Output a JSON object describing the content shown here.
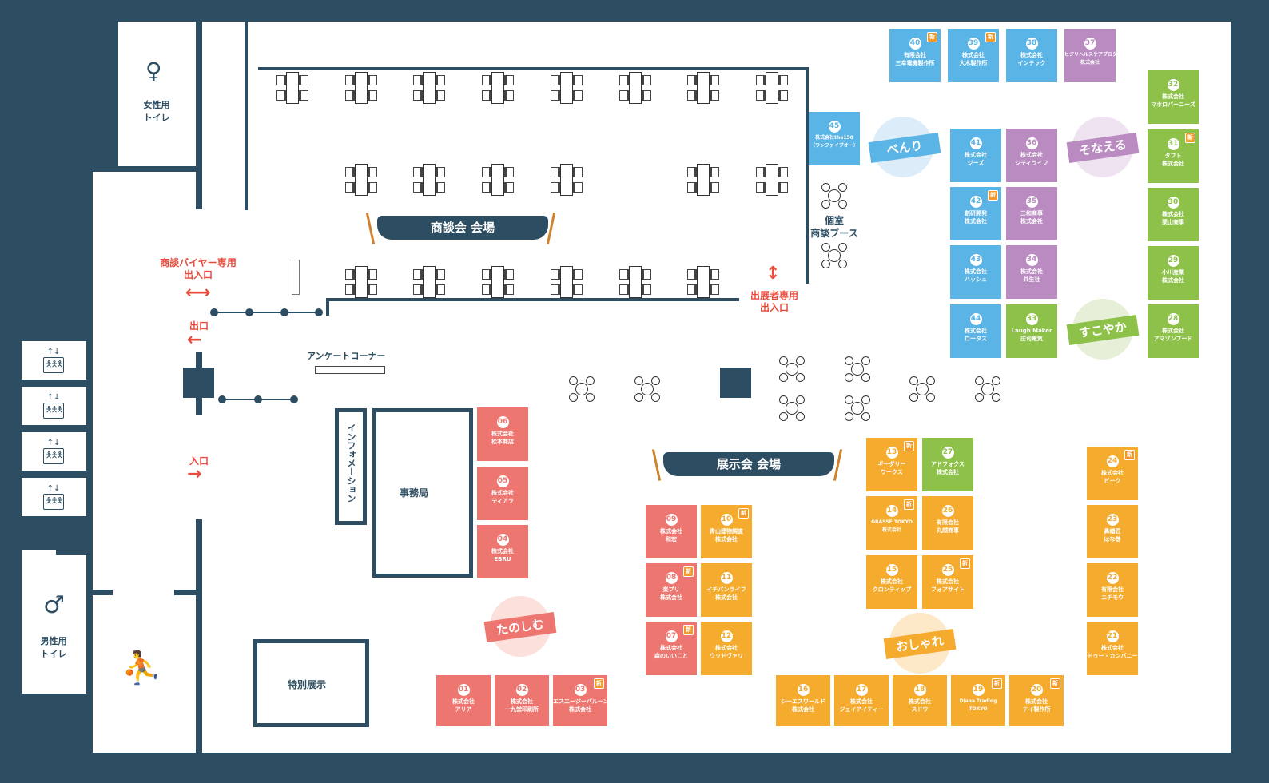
{
  "facilities": {
    "womens_restroom": "女性用\nトイレ",
    "mens_restroom": "男性用\nトイレ",
    "buyer_entrance": "商談バイヤー専用\n出入口",
    "exit": "出口",
    "entrance": "入口",
    "exhibitor_entrance": "出展者専用\n出入口",
    "survey_corner": "アンケートコーナー",
    "information": "インフォメーション",
    "office": "事務局",
    "special_exhibit": "特別展示",
    "private_booth": "個室\n商談ブース"
  },
  "banners": {
    "business_meeting": "商談会 会場",
    "exhibition": "展示会 会場"
  },
  "categories": [
    {
      "key": "blue",
      "label": "べんり",
      "color": "#5ab4e5"
    },
    {
      "key": "purple",
      "label": "そなえる",
      "color": "#b98bc0"
    },
    {
      "key": "green",
      "label": "すこやか",
      "color": "#8dc14a"
    },
    {
      "key": "red",
      "label": "たのしむ",
      "color": "#ed7770"
    },
    {
      "key": "orange",
      "label": "おしゃれ",
      "color": "#f5ab2e"
    }
  ],
  "new_badge": "新",
  "booths": [
    {
      "id": "01",
      "name": "株式会社\nアリア",
      "cat": "red",
      "new": false
    },
    {
      "id": "02",
      "name": "株式会社\n一九堂印刷所",
      "cat": "red",
      "new": false
    },
    {
      "id": "03",
      "name": "エスエージーパルーンズ\n株式会社",
      "cat": "red",
      "new": true
    },
    {
      "id": "04",
      "name": "株式会社\nEBRU",
      "cat": "red",
      "new": false
    },
    {
      "id": "05",
      "name": "株式会社\nティアラ",
      "cat": "red",
      "new": false
    },
    {
      "id": "06",
      "name": "株式会社\n松本商店",
      "cat": "red",
      "new": false
    },
    {
      "id": "07",
      "name": "株式会社\n森のいいこと",
      "cat": "red",
      "new": true
    },
    {
      "id": "08",
      "name": "楽プリ\n株式会社",
      "cat": "red",
      "new": true
    },
    {
      "id": "09",
      "name": "株式会社\n和宏",
      "cat": "red",
      "new": false
    },
    {
      "id": "10",
      "name": "青山建物調査\n株式会社",
      "cat": "orange",
      "new": true
    },
    {
      "id": "11",
      "name": "イチバンライフ\n株式会社",
      "cat": "orange",
      "new": false
    },
    {
      "id": "12",
      "name": "株式会社\nウッドヴァリ",
      "cat": "orange",
      "new": false
    },
    {
      "id": "13",
      "name": "ギーダリー\nワークス",
      "cat": "orange",
      "new": true
    },
    {
      "id": "14",
      "name": "GRASSE TOKYO\n株式会社",
      "cat": "orange",
      "new": true
    },
    {
      "id": "15",
      "name": "株式会社\nクロンティップ",
      "cat": "orange",
      "new": false
    },
    {
      "id": "16",
      "name": "シーエスワールド\n株式会社",
      "cat": "orange",
      "new": false
    },
    {
      "id": "17",
      "name": "株式会社\nジェイアイティー",
      "cat": "orange",
      "new": false
    },
    {
      "id": "18",
      "name": "株式会社\nスドウ",
      "cat": "orange",
      "new": false
    },
    {
      "id": "19",
      "name": "Diana Trading\nTOKYO",
      "cat": "orange",
      "new": true
    },
    {
      "id": "20",
      "name": "株式会社\nテイ製作所",
      "cat": "orange",
      "new": true
    },
    {
      "id": "21",
      "name": "株式会社\nドゥー・カンパニー",
      "cat": "orange",
      "new": false
    },
    {
      "id": "22",
      "name": "有限会社\nニチモウ",
      "cat": "orange",
      "new": false
    },
    {
      "id": "23",
      "name": "鼻緒匠\nはな巻",
      "cat": "orange",
      "new": false
    },
    {
      "id": "24",
      "name": "株式会社\nピーク",
      "cat": "orange",
      "new": true
    },
    {
      "id": "25",
      "name": "株式会社\nフォアサイト",
      "cat": "orange",
      "new": true
    },
    {
      "id": "26",
      "name": "有限会社\n丸越商事",
      "cat": "orange",
      "new": false
    },
    {
      "id": "27",
      "name": "アドフォクス\n株式会社",
      "cat": "green",
      "new": false
    },
    {
      "id": "28",
      "name": "株式会社\nアマゾンフード",
      "cat": "green",
      "new": false
    },
    {
      "id": "29",
      "name": "小川産業\n株式会社",
      "cat": "green",
      "new": false
    },
    {
      "id": "30",
      "name": "株式会社\n栗山商事",
      "cat": "green",
      "new": false
    },
    {
      "id": "31",
      "name": "タフト\n株式会社",
      "cat": "green",
      "new": true
    },
    {
      "id": "32",
      "name": "株式会社\nマホロバーニーズ",
      "cat": "green",
      "new": false
    },
    {
      "id": "33",
      "name": "Laugh Maker\n庄司電気",
      "cat": "green",
      "new": false
    },
    {
      "id": "34",
      "name": "株式会社\n共生社",
      "cat": "purple",
      "new": false
    },
    {
      "id": "35",
      "name": "三和商事\n株式会社",
      "cat": "purple",
      "new": false
    },
    {
      "id": "36",
      "name": "株式会社\nシティライフ",
      "cat": "purple",
      "new": false
    },
    {
      "id": "37",
      "name": "ヒジリヘルスケアプロダクツ\n株式会社",
      "cat": "purple",
      "new": false
    },
    {
      "id": "38",
      "name": "株式会社\nインテック",
      "cat": "blue",
      "new": false
    },
    {
      "id": "39",
      "name": "株式会社\n大木製作所",
      "cat": "blue",
      "new": true
    },
    {
      "id": "40",
      "name": "有限会社\n三幸電機製作所",
      "cat": "blue",
      "new": true
    },
    {
      "id": "41",
      "name": "株式会社\nジーズ",
      "cat": "blue",
      "new": false
    },
    {
      "id": "42",
      "name": "創研開発\n株式会社",
      "cat": "blue",
      "new": true
    },
    {
      "id": "43",
      "name": "株式会社\nハッシュ",
      "cat": "blue",
      "new": false
    },
    {
      "id": "44",
      "name": "株式会社\nロータス",
      "cat": "blue",
      "new": false
    },
    {
      "id": "45",
      "name": "株式会社the150\n（ワンファイブオー）",
      "cat": "blue",
      "new": false
    }
  ]
}
